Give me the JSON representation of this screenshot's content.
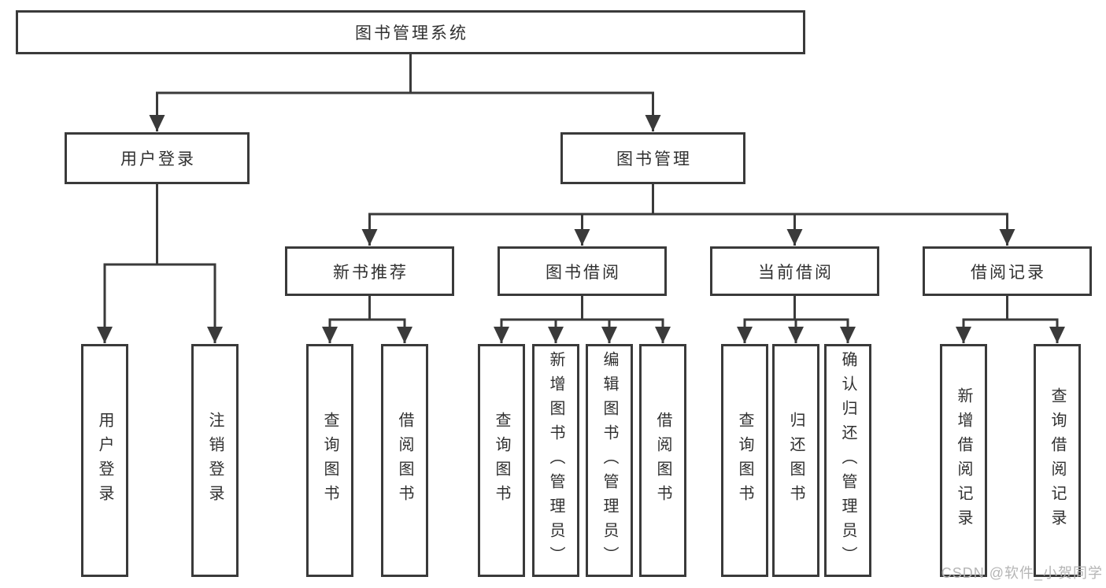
{
  "tree": {
    "root": "图书管理系统",
    "branches": [
      {
        "label": "用户登录",
        "leaves": [
          "用户登录",
          "注销登录"
        ]
      },
      {
        "label": "图书管理",
        "groups": [
          {
            "label": "新书推荐",
            "leaves": [
              "查询图书",
              "借阅图书"
            ]
          },
          {
            "label": "图书借阅",
            "leaves": [
              "查询图书",
              "新增图书（管理员）",
              "编辑图书（管理员）",
              "借阅图书"
            ]
          },
          {
            "label": "当前借阅",
            "leaves": [
              "查询图书",
              "归还图书",
              "确认归还（管理员）"
            ]
          },
          {
            "label": "借阅记录",
            "leaves": [
              "新增借阅记录",
              "查询借阅记录"
            ]
          }
        ]
      }
    ]
  },
  "watermark": "CSDN @软件_小贺同学",
  "colors": {
    "line": "#3a3a3a",
    "text": "#303030",
    "watermark": "#b5b5b5"
  }
}
